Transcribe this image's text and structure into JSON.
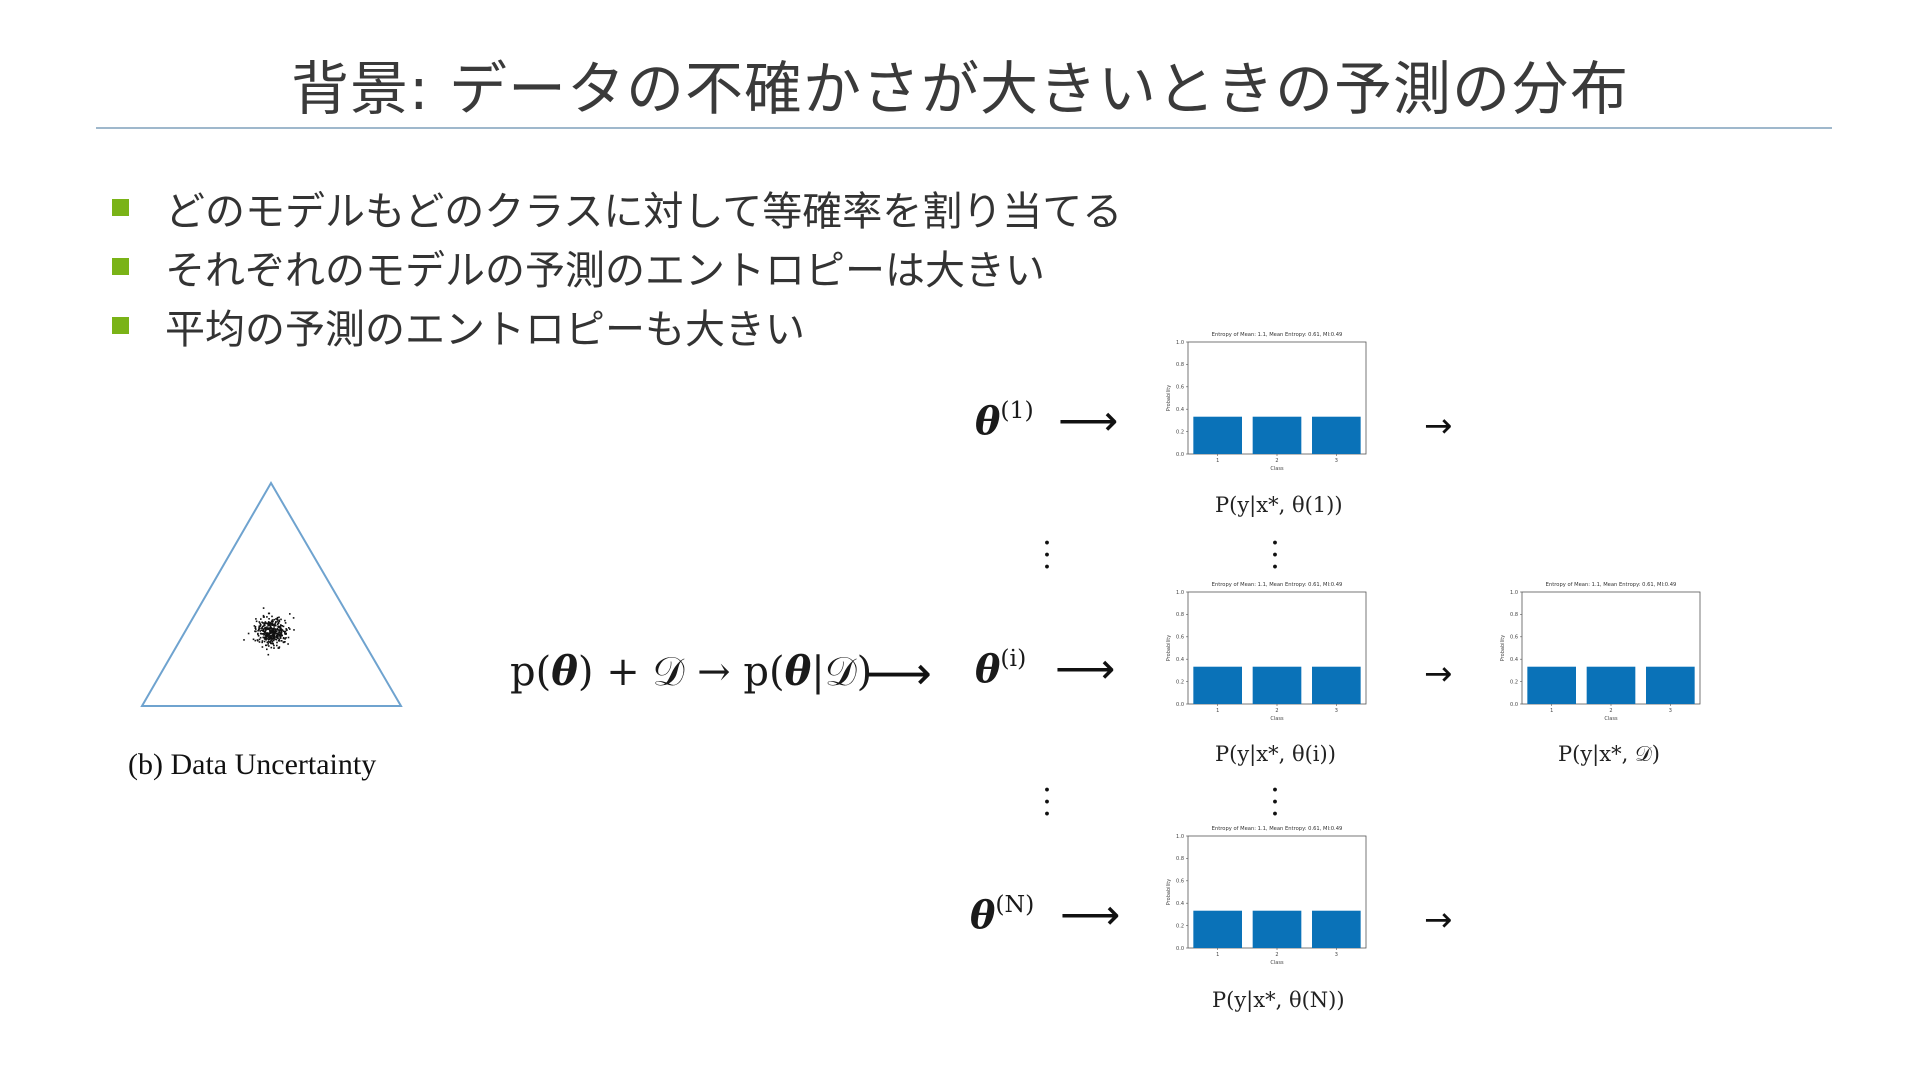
{
  "slide": {
    "title": "背景: データの不確かさが大きいときの予測の分布",
    "bullets": [
      "どのモデルもどのクラスに対して等確率を割り当てる",
      "それぞれのモデルの予測のエントロピーは大きい",
      "平均の予測のエントロピーも大きい"
    ],
    "accent_color": "#7ab317",
    "rule_color": "#9fb8cc"
  },
  "simplex": {
    "caption": "(b) Data Uncertainty",
    "edge_color": "#6fa3cf"
  },
  "equation": {
    "p": "p(",
    "plus": ") + ",
    "D": "𝒟",
    "arrow": " → ",
    "p2": "p(",
    "bar": "|𝒟)",
    "long_arrow": "⟶"
  },
  "models": [
    {
      "theta": "θ",
      "index": "(1)",
      "label": "P(y|x*, θ(1))"
    },
    {
      "theta": "θ",
      "index": "(i)",
      "label": "P(y|x*, θ(i))"
    },
    {
      "theta": "θ",
      "index": "(N)",
      "label": "P(y|x*, θ(N))"
    }
  ],
  "mean_label": "P(y|x*, 𝒟)",
  "arrows": {
    "long": "⟶",
    "short": "→",
    "vdots": "⋮"
  },
  "chart_data": [
    {
      "type": "bar",
      "title": "Entropy of Mean: 1.1, Mean Entropy: 0.61, MI:0.49",
      "categories": [
        "1",
        "2",
        "3"
      ],
      "values": [
        0.333,
        0.333,
        0.333
      ],
      "xlabel": "Class",
      "ylabel": "Probability",
      "ylim": [
        0,
        1.0
      ],
      "yticks": [
        "0.0",
        "0.2",
        "0.4",
        "0.6",
        "0.8",
        "1.0"
      ],
      "color": "#0a72b8"
    },
    {
      "type": "bar",
      "title": "Entropy of Mean: 1.1, Mean Entropy: 0.61, MI:0.49",
      "categories": [
        "1",
        "2",
        "3"
      ],
      "values": [
        0.333,
        0.333,
        0.333
      ],
      "xlabel": "Class",
      "ylabel": "Probability",
      "ylim": [
        0,
        1.0
      ],
      "yticks": [
        "0.0",
        "0.2",
        "0.4",
        "0.6",
        "0.8",
        "1.0"
      ],
      "color": "#0a72b8"
    },
    {
      "type": "bar",
      "title": "Entropy of Mean: 1.1, Mean Entropy: 0.61, MI:0.49",
      "categories": [
        "1",
        "2",
        "3"
      ],
      "values": [
        0.333,
        0.333,
        0.333
      ],
      "xlabel": "Class",
      "ylabel": "Probability",
      "ylim": [
        0,
        1.0
      ],
      "yticks": [
        "0.0",
        "0.2",
        "0.4",
        "0.6",
        "0.8",
        "1.0"
      ],
      "color": "#0a72b8"
    },
    {
      "type": "bar",
      "title": "Entropy of Mean: 1.1, Mean Entropy: 0.61, MI:0.49",
      "categories": [
        "1",
        "2",
        "3"
      ],
      "values": [
        0.333,
        0.333,
        0.333
      ],
      "xlabel": "Class",
      "ylabel": "Probability",
      "ylim": [
        0,
        1.0
      ],
      "yticks": [
        "0.0",
        "0.2",
        "0.4",
        "0.6",
        "0.8",
        "1.0"
      ],
      "color": "#0a72b8"
    }
  ]
}
